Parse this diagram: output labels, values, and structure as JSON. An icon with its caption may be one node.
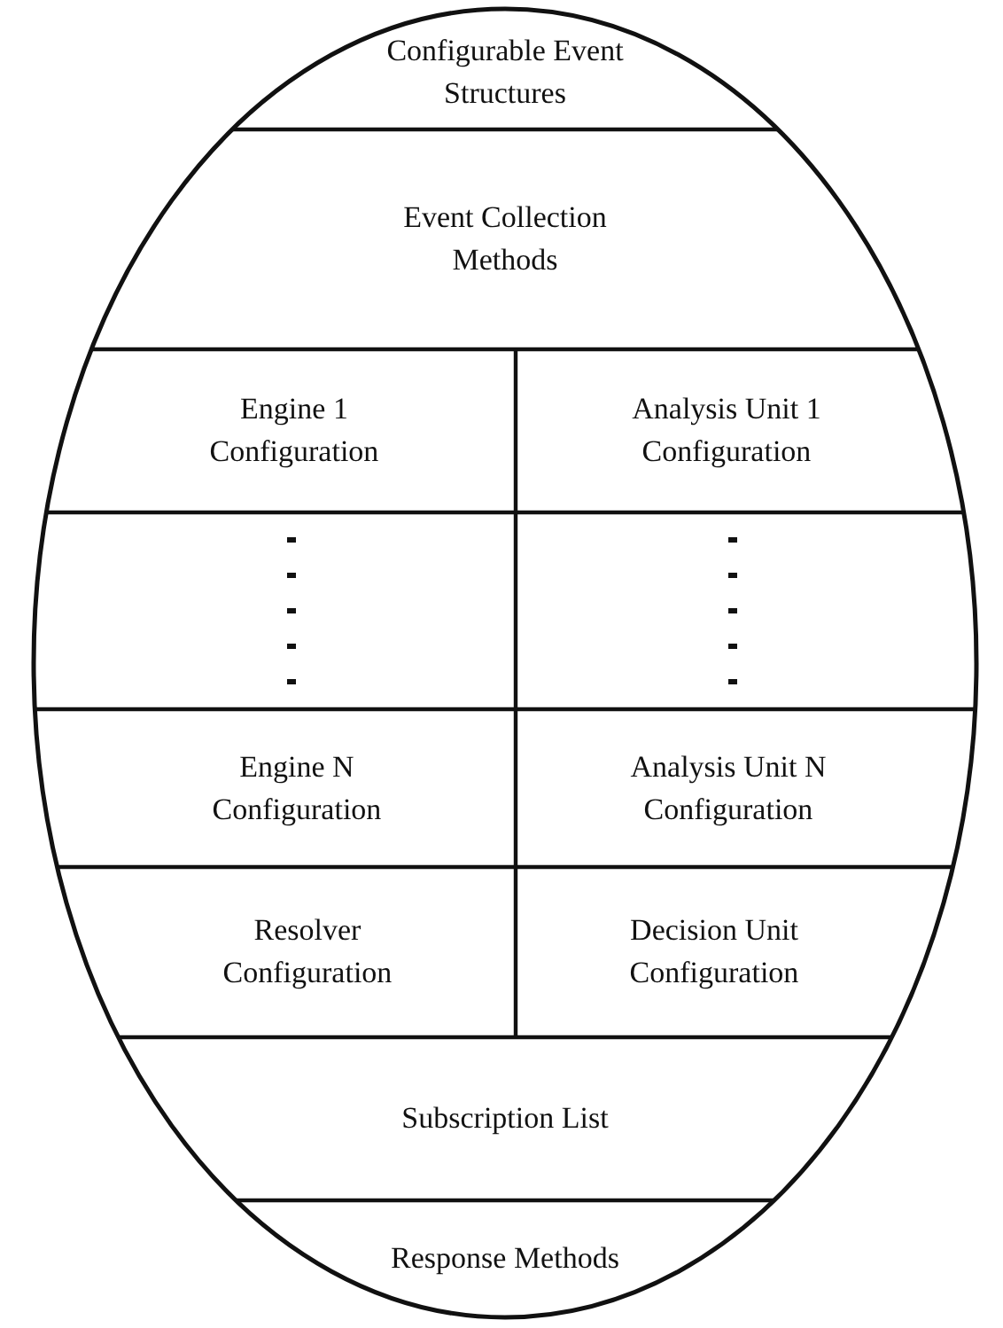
{
  "diagram": {
    "nodes": [
      {
        "text": [],
        "shape": "circle"
      },
      {
        "text": [
          "Configurable Event Structures"
        ],
        "in": 0
      },
      {
        "text": [
          "Event Collection Methods"
        ],
        "in": 0
      },
      {
        "text": [
          "Engine 1 Configuration"
        ],
        "in": 0
      },
      {
        "text": [
          "Analysis Unit 1 Configuration"
        ],
        "in": 0
      },
      {
        "text": [],
        "shape": "box",
        "in": 0
      },
      {
        "text": [],
        "shape": "box",
        "in": 0
      },
      {
        "text": [
          "Engine N Configuration"
        ],
        "in": 0
      },
      {
        "text": [
          "Analysis Unit N Configuration"
        ],
        "in": 0
      },
      {
        "text": [
          "Resolver Configuration"
        ],
        "in": 0
      },
      {
        "text": [
          "Decision Unit Configuration"
        ],
        "in": 0
      },
      {
        "text": [
          "Subscription List"
        ],
        "in": 0
      },
      {
        "text": [
          "Response Methods"
        ],
        "in": 0
      }
    ]
  }
}
